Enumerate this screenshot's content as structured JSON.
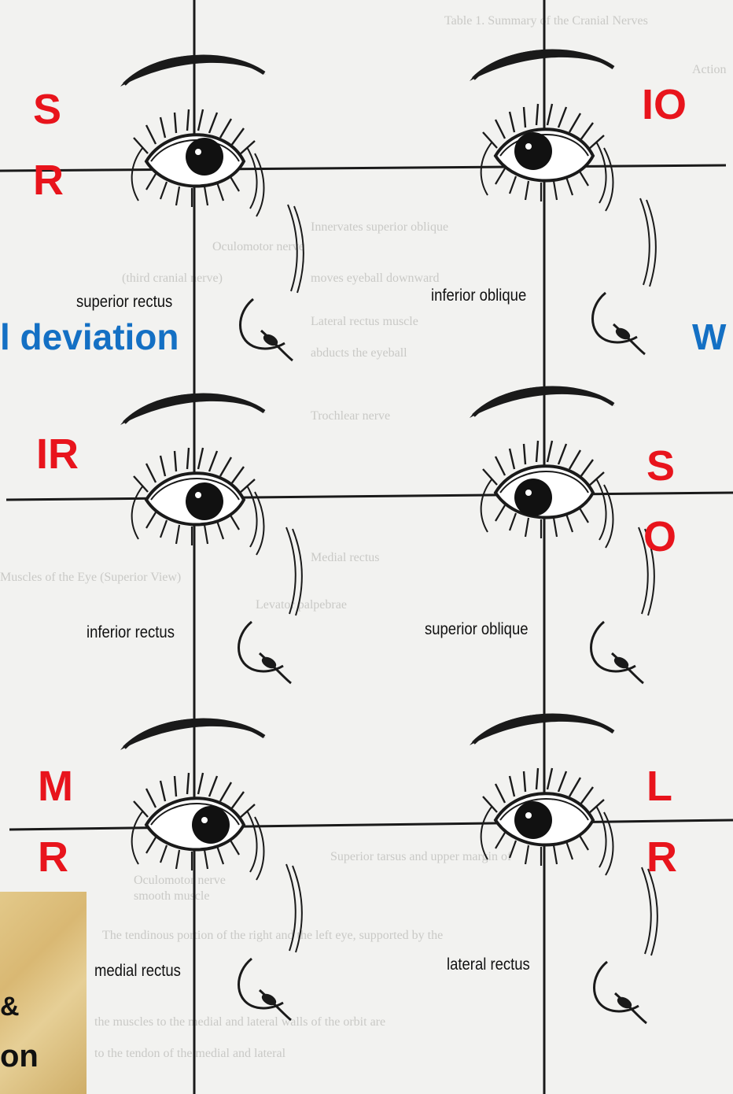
{
  "muscles": {
    "superior_rectus": {
      "label": "superior rectus",
      "abbr_top": "S",
      "abbr_bottom": "R"
    },
    "inferior_oblique": {
      "label": "inferior oblique",
      "abbr_top": "IO"
    },
    "inferior_rectus": {
      "label": "inferior rectus",
      "abbr_top": "IR"
    },
    "superior_oblique": {
      "label": "superior oblique",
      "abbr_top": "S",
      "abbr_bottom": "O"
    },
    "medial_rectus": {
      "label": "medial rectus",
      "abbr_top": "M",
      "abbr_bottom": "R"
    },
    "lateral_rectus": {
      "label": "lateral rectus",
      "abbr_top": "L",
      "abbr_bottom": "R"
    }
  },
  "overlays": {
    "left_deviation": "l deviation",
    "right_w": "W",
    "bottom_left_amp": "&",
    "bottom_left_on": "on"
  },
  "colors": {
    "abbreviation": "#e8141c",
    "overlay_blue": "#1470c4",
    "ink": "#111111"
  }
}
